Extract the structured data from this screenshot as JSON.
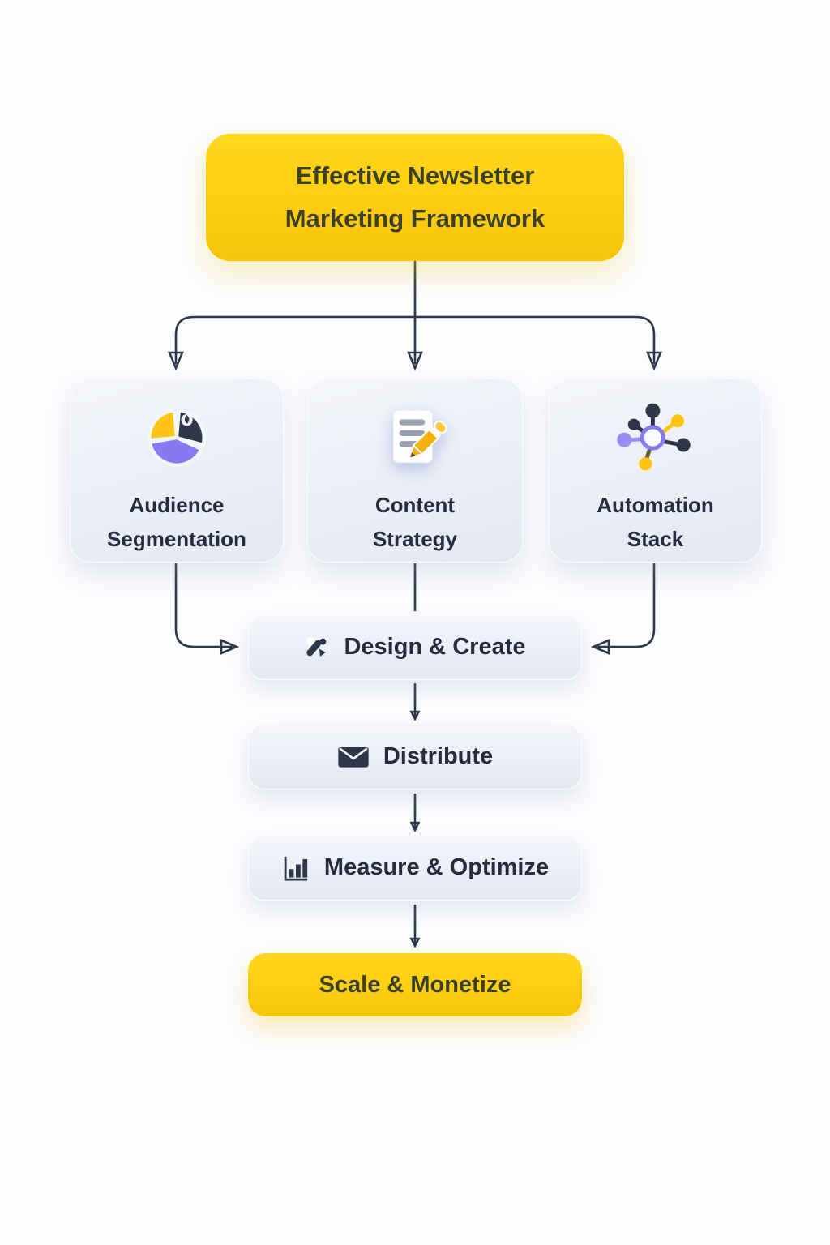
{
  "title": {
    "label": "Effective Newsletter Marketing Framework"
  },
  "stages": [
    {
      "label": "Audience Segmentation",
      "icon": "pie-chart-icon"
    },
    {
      "label": "Content Strategy",
      "icon": "document-pencil-icon"
    },
    {
      "label": "Automation Stack",
      "icon": "network-hub-icon"
    }
  ],
  "steps": [
    {
      "label": "Design & Create",
      "icon": "design-tools-icon"
    },
    {
      "label": "Distribute",
      "icon": "envelope-icon"
    },
    {
      "label": "Measure & Optimize",
      "icon": "bar-chart-icon"
    }
  ],
  "final": {
    "label": "Scale & Monetize"
  },
  "colors": {
    "background": "#FBFCFE",
    "accent_yellow": "#FFD012",
    "accent_yellow_deep": "#F7C50C",
    "node_gray_top": "#F4F6FB",
    "node_gray_bottom": "#E3E8F2",
    "text_dark": "#242C3E",
    "text_on_yellow": "#3B4026",
    "arrow": "#2C3850",
    "icon_navy": "#2E3749",
    "icon_purple": "#8779F0",
    "icon_purple_light": "#9A8CF5",
    "icon_yellow": "#FFC414"
  }
}
